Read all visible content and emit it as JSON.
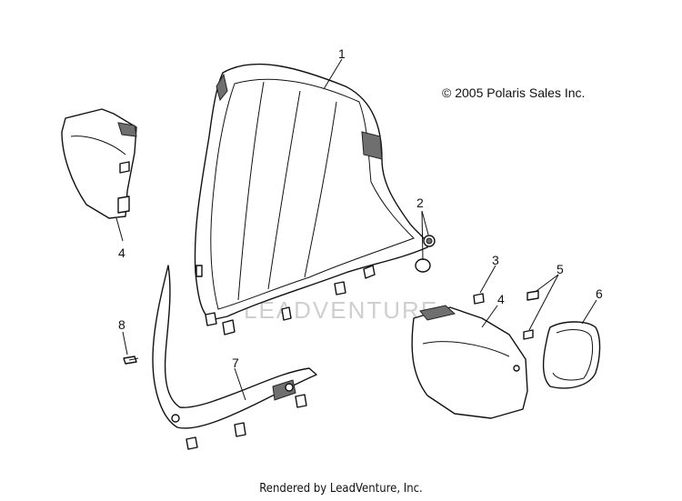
{
  "copyright": "© 2005 Polaris Sales Inc.",
  "footer": "Rendered by LeadVenture, Inc.",
  "watermark": "LEADVENTURE",
  "callouts": [
    {
      "id": "1",
      "label": "1"
    },
    {
      "id": "2",
      "label": "2"
    },
    {
      "id": "3",
      "label": "3"
    },
    {
      "id": "4a",
      "label": "4"
    },
    {
      "id": "4b",
      "label": "4"
    },
    {
      "id": "5",
      "label": "5"
    },
    {
      "id": "6",
      "label": "6"
    },
    {
      "id": "7",
      "label": "7"
    },
    {
      "id": "8",
      "label": "8"
    }
  ]
}
